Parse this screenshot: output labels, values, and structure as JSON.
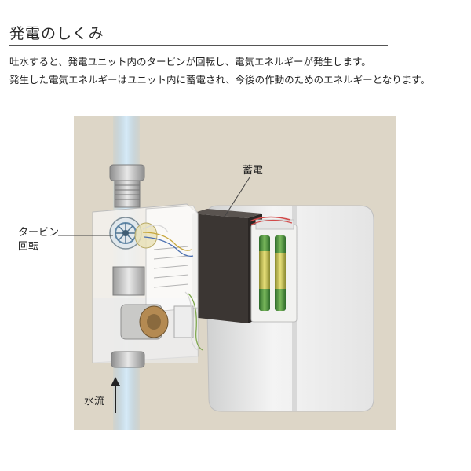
{
  "heading": "発電のしくみ",
  "description": [
    "吐水すると、発電ユニット内のタービンが回転し、電気エネルギーが発生します。",
    "発生した電気エネルギーはユニット内に蓄電され、今後の作動のためのエネルギーとなります。"
  ],
  "labels": {
    "turbine": "タービン",
    "rotation": "回転",
    "storage": "蓄電",
    "water_flow": "水流"
  }
}
